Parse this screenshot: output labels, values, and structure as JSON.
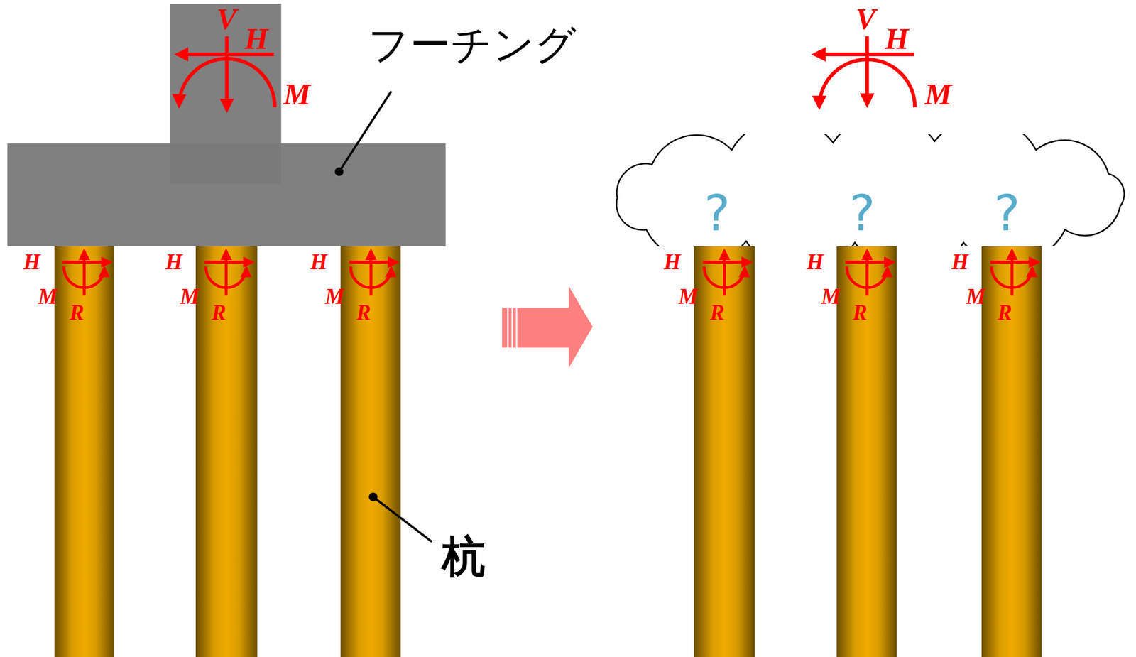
{
  "diagram": {
    "nodes": [
      {
        "text": [
          "?",
          "?",
          "?"
        ]
      }
    ],
    "labels": [
      "V",
      "H",
      "M",
      "フーチング",
      "H",
      "M",
      "R",
      "H",
      "M",
      "R",
      "H",
      "M",
      "R",
      "杭",
      "V",
      "H",
      "M",
      "H",
      "M",
      "R",
      "H",
      "M",
      "R",
      "H",
      "M",
      "R"
    ]
  }
}
